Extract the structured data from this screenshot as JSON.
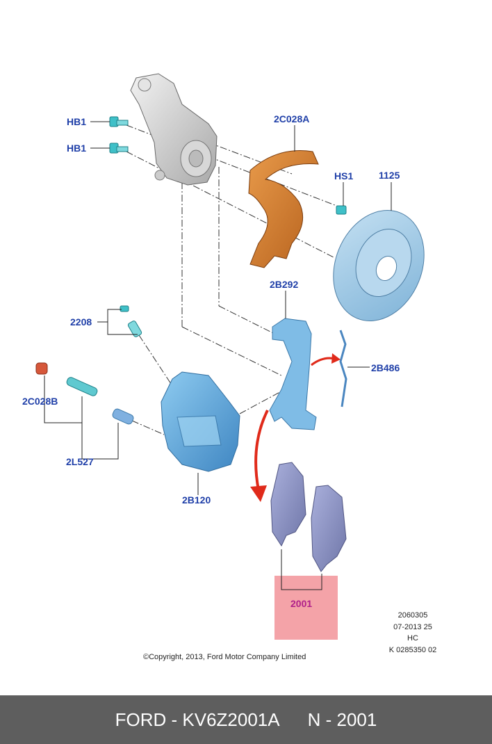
{
  "callouts": {
    "hb1_top": "HB1",
    "hb1_bottom": "HB1",
    "splash_shield": "2C028A",
    "hs1": "HS1",
    "disc": "1125",
    "bracket": "2B292",
    "bleeder": "2208",
    "clip": "2B486",
    "cap": "2C028B",
    "guide_pins": "2L527",
    "caliper": "2B120",
    "pads": "2001"
  },
  "info_block": {
    "line1": "2060305",
    "line2": "07-2013 25",
    "line3": "HC",
    "line4": "K 0285350 02"
  },
  "copyright": "©Copyright, 2013, Ford Motor Company Limited",
  "footer": {
    "part": "FORD - KV6Z2001A",
    "ref": "N - 2001"
  },
  "colors": {
    "callout_text": "#1f3fa8",
    "highlight_box": "#f4a3a8",
    "highlight_text": "#b0208a",
    "footer_bg": "#5e5e5e",
    "shield": "#d9802f",
    "caliper": "#5fa9dc",
    "disc": "#9fc9e6",
    "pads": "#8f96c6",
    "arrow": "#e02a1a"
  }
}
